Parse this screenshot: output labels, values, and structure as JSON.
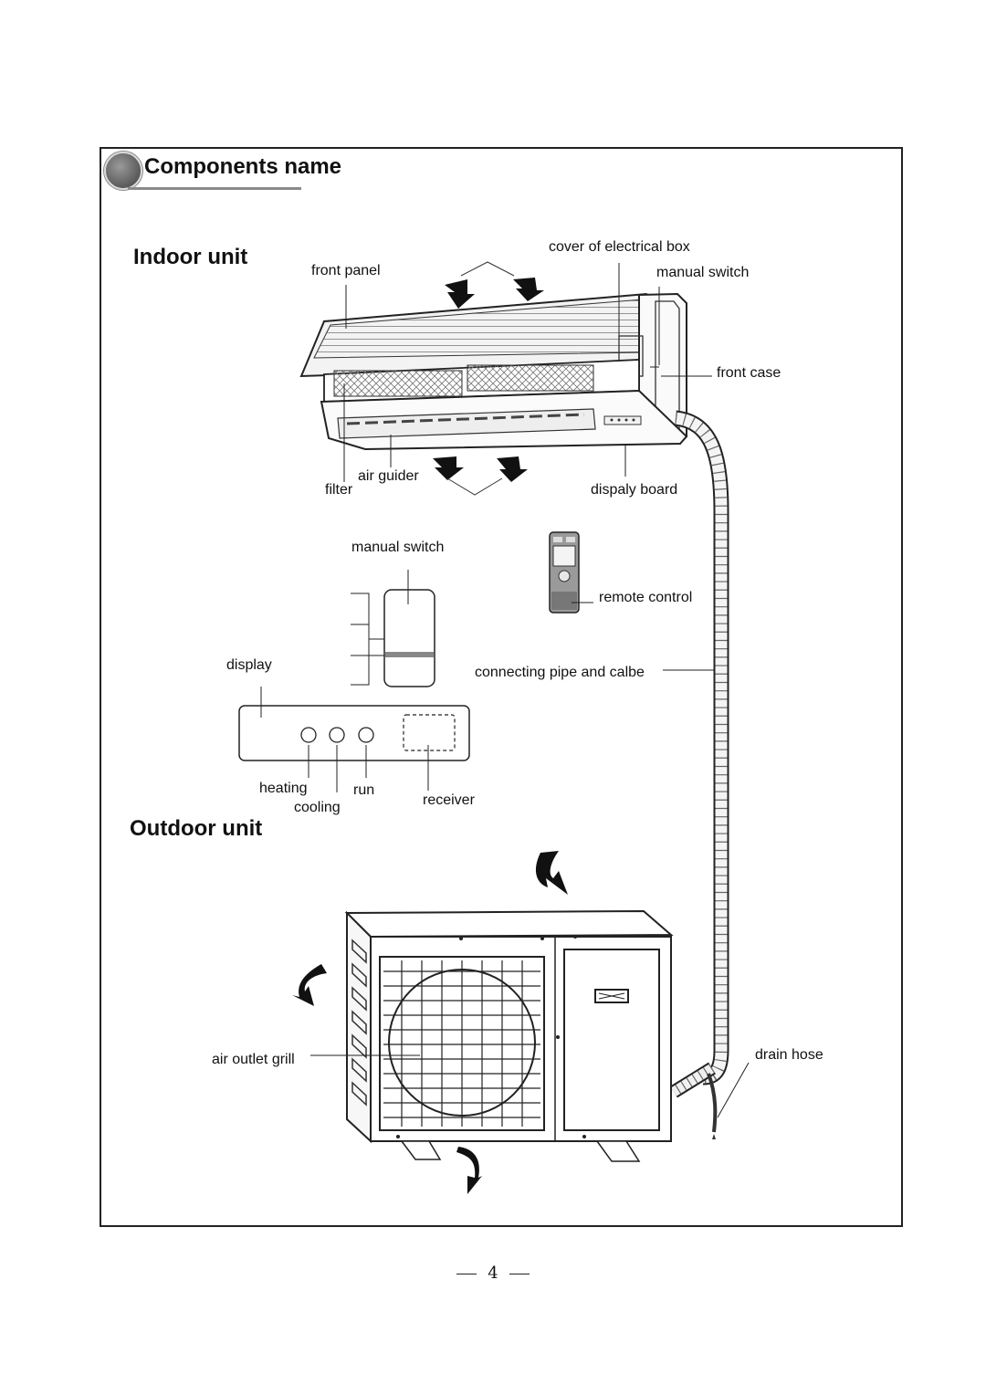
{
  "header": {
    "title": "Components name"
  },
  "sections": {
    "indoor": "Indoor unit",
    "outdoor": "Outdoor unit"
  },
  "labels": {
    "front_panel": "front panel",
    "cover_electrical_box": "cover of electrical box",
    "manual_switch_top": "manual switch",
    "front_case": "front case",
    "air_guider": "air guider",
    "filter": "filter",
    "display_board": "dispaly board",
    "manual_switch_panel": "manual switch",
    "remote_control": "remote control",
    "display": "display",
    "connecting_pipe": "connecting pipe and calbe",
    "heating": "heating",
    "run": "run",
    "cooling": "cooling",
    "receiver": "receiver",
    "air_outlet_grill": "air outlet grill",
    "drain_hose": "drain hose"
  },
  "page_number": "4"
}
